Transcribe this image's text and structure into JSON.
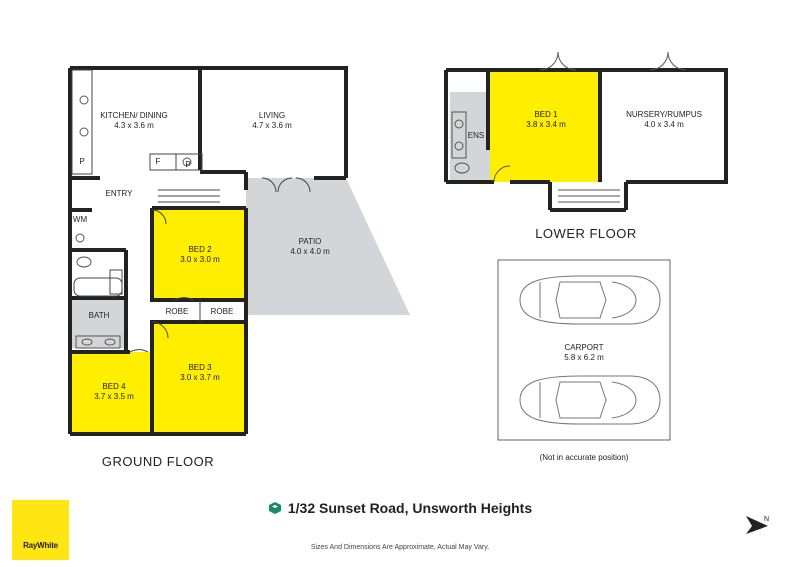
{
  "rooms": {
    "kitchen": {
      "name": "KITCHEN/ DINING",
      "dim": "4.3 x 3.6 m"
    },
    "living": {
      "name": "LIVING",
      "dim": "4.7 x 3.6 m"
    },
    "patio": {
      "name": "PATIO",
      "dim": "4.0 x 4.0 m"
    },
    "bed2": {
      "name": "BED 2",
      "dim": "3.0 x 3.0 m"
    },
    "bed3": {
      "name": "BED 3",
      "dim": "3.0 x 3.7 m"
    },
    "bed4": {
      "name": "BED 4",
      "dim": "3.7 x 3.5 m"
    },
    "bed1": {
      "name": "BED 1",
      "dim": "3.8 x 3.4 m"
    },
    "nursery": {
      "name": "NURSERY/RUMPUS",
      "dim": "4.0 x 3.4 m"
    },
    "carport": {
      "name": "CARPORT",
      "dim": "5.8 x 6.2 m"
    }
  },
  "small_labels": {
    "entry": "ENTRY",
    "wm": "WM",
    "bath": "BATH",
    "robe_a": "ROBE",
    "robe_b": "ROBE",
    "ens": "ENS",
    "p1": "P",
    "p2": "P",
    "f": "F"
  },
  "floors": {
    "ground": "GROUND FLOOR",
    "lower": "LOWER FLOOR"
  },
  "carport_note": "(Not in accurate position)",
  "address": "1/32 Sunset Road, Unsworth Heights",
  "disclaimer": "Sizes And Dimensions Are Approximate, Actual May Vary.",
  "brand": "RayWhite",
  "colors": {
    "bedroom": "#ffee00",
    "patio": "#d3d6d8",
    "wall": "#222222",
    "brand_yellow": "#ffe512",
    "logo_green": "#1a8a6e"
  },
  "icons": {
    "north": "north-arrow-icon",
    "logo": "ray-white-logo-icon"
  }
}
